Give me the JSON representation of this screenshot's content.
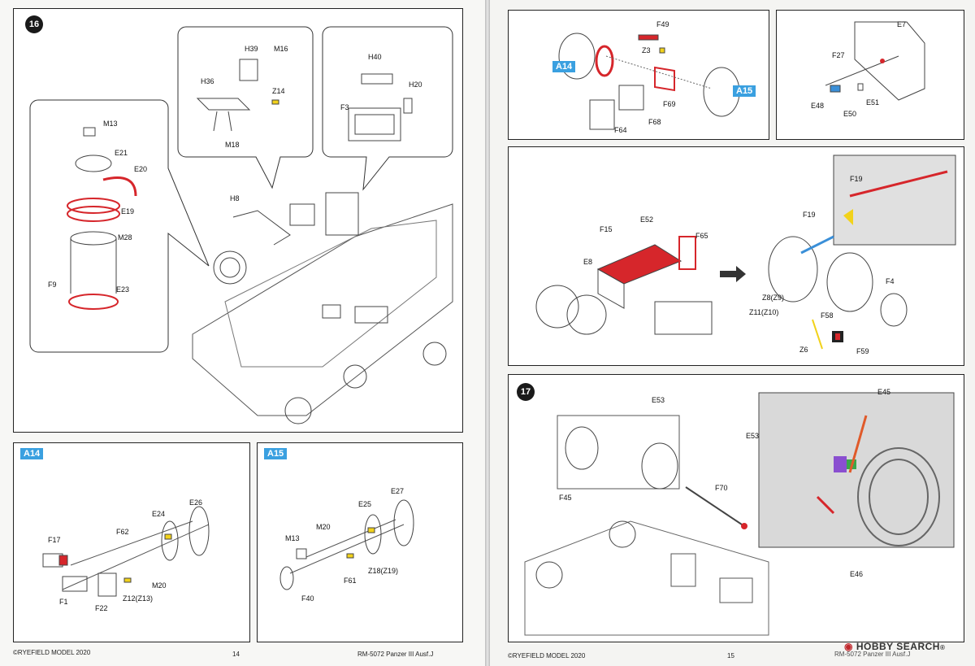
{
  "left_page": {
    "step16": {
      "number": "16",
      "labels": [
        "H39",
        "M16",
        "H36",
        "Z14",
        "M18",
        "H40",
        "H20",
        "F3",
        "M13",
        "E21",
        "E20",
        "E19",
        "M28",
        "F9",
        "E23",
        "H8"
      ]
    },
    "a14": {
      "tag": "A14",
      "labels": [
        "E26",
        "F17",
        "F62",
        "E24",
        "F1",
        "F22",
        "Z12(Z13)",
        "M20"
      ]
    },
    "a15": {
      "tag": "A15",
      "labels": [
        "E27",
        "E25",
        "M20",
        "M13",
        "Z18(Z19)",
        "F61",
        "F40"
      ]
    },
    "footer": {
      "copyright": "©RYEFIELD MODEL 2020",
      "page": "14",
      "product": "RM-5072 Panzer III Ausf.J"
    }
  },
  "right_page": {
    "top_left": {
      "tag_a14": "A14",
      "tag_a15": "A15",
      "labels": [
        "F49",
        "Z3",
        "F69",
        "F68",
        "F64"
      ]
    },
    "top_right": {
      "labels": [
        "E7",
        "F27",
        "E48",
        "E50",
        "E51"
      ]
    },
    "middle": {
      "labels": [
        "E52",
        "F15",
        "F65",
        "E8",
        "F19",
        "F19",
        "F4",
        "Z8(Z9)",
        "Z11(Z10)",
        "F58",
        "Z6",
        "F59"
      ]
    },
    "step17": {
      "number": "17",
      "labels": [
        "E53",
        "E45",
        "E53",
        "F45",
        "F70",
        "E46"
      ]
    },
    "footer": {
      "copyright": "©RYEFIELD MODEL 2020",
      "page": "15",
      "product": "RM-5072 Panzer III Ausf.J"
    },
    "watermark": {
      "brand": "HOBBY SEARCH",
      "symbol": "®"
    }
  },
  "colors": {
    "highlight_red": "#d6262b",
    "tag_blue": "#3aa0e0",
    "highlight_yellow": "#f2d21b",
    "highlight_blue": "#3a8fd8"
  }
}
